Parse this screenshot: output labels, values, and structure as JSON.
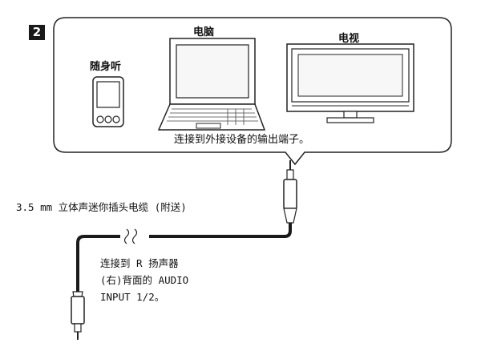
{
  "step_number": "2",
  "devices": {
    "portable": "随身听",
    "computer": "电脑",
    "tv": "电视"
  },
  "bubble_caption": "连接到外接设备的输出端子。",
  "cable_label": "3.5 mm 立体声迷你插头电缆 (附送)",
  "speaker_instruction": {
    "line1": "连接到 R 扬声器",
    "line2": "(右)背面的 AUDIO",
    "line3": "INPUT 1/2。"
  }
}
